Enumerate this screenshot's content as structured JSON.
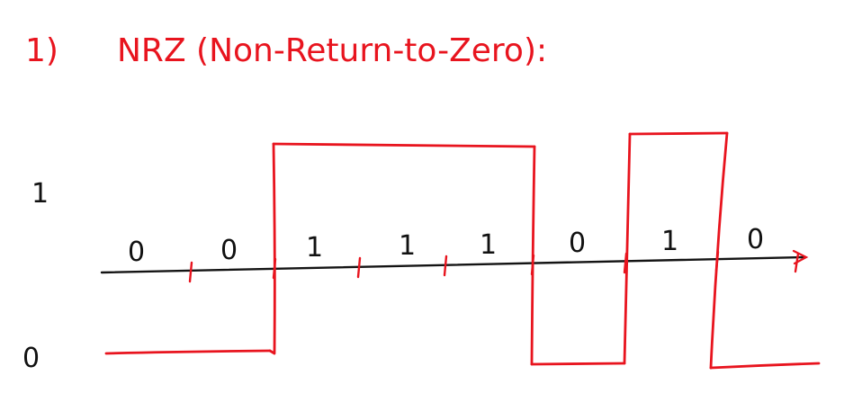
{
  "heading": {
    "number": "1)",
    "text": "NRZ (Non-Return-to-Zero):"
  },
  "levels": {
    "high": "1",
    "low": "0"
  },
  "bits": [
    "0",
    "0",
    "1",
    "1",
    "1",
    "0",
    "1",
    "0"
  ],
  "colors": {
    "signal": "#e8141e",
    "axis": "#141414",
    "labels": "#111111"
  }
}
